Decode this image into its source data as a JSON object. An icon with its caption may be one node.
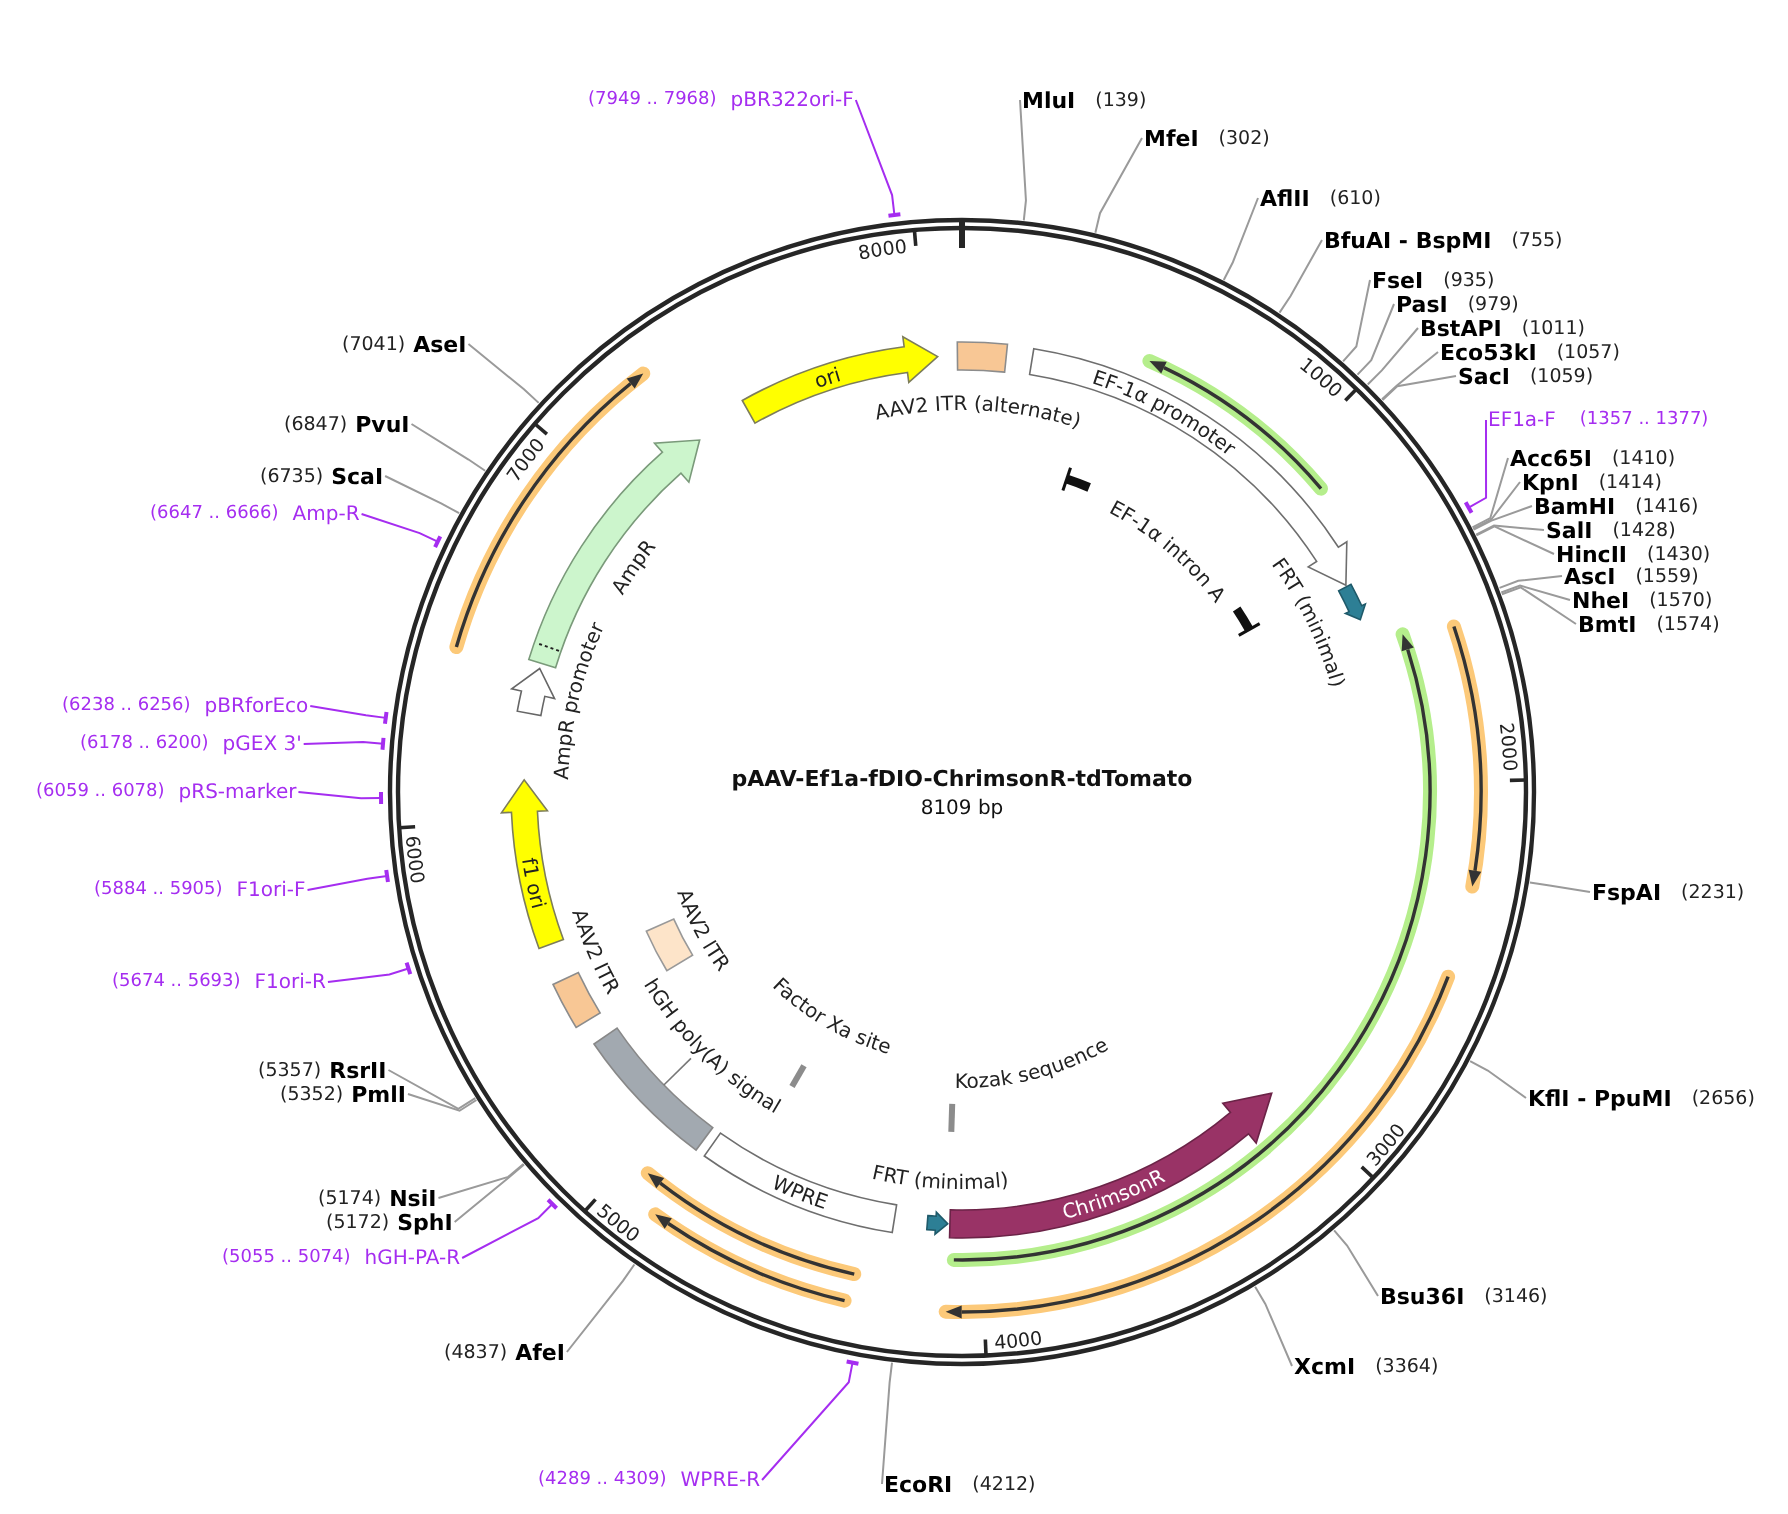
{
  "diagram": {
    "nodes": [
      {
        "text": [
          "pAAV-Ef1a-fDIO-ChrimsonR-tdTomato",
          "8109 bp"
        ]
      },
      {
        "text": [
          "ori"
        ],
        "in": 0
      },
      {
        "text": [
          "AAV2 ITR (alternate)"
        ],
        "in": 0
      },
      {
        "text": [
          "EF-1α promoter"
        ],
        "in": 0
      },
      {
        "text": [
          "EF-1α intron A"
        ],
        "in": 0
      },
      {
        "text": [
          "FRT (minimal)"
        ],
        "in": 0
      },
      {
        "text": [
          "ChrimsonR"
        ],
        "in": 0
      },
      {
        "text": [
          "Kozak sequence"
        ],
        "in": 0
      },
      {
        "text": [
          "FRT (minimal)"
        ],
        "in": 0
      },
      {
        "text": [
          "Factor Xa site"
        ],
        "in": 0
      },
      {
        "text": [
          "WPRE"
        ],
        "in": 0
      },
      {
        "text": [
          "hGH poly(A) signal"
        ],
        "in": 0
      },
      {
        "text": [
          "AAV2 ITR"
        ],
        "in": 0
      },
      {
        "text": [
          "AAV2 ITR"
        ],
        "in": 0
      },
      {
        "text": [
          "f1 ori"
        ],
        "in": 0
      },
      {
        "text": [
          "AmpR promoter"
        ],
        "in": 0
      },
      {
        "text": [
          "AmpR"
        ],
        "in": 0
      },
      {
        "text": [
          "MluI",
          "(139)"
        ]
      },
      {
        "text": [
          "MfeI",
          "(302)"
        ]
      },
      {
        "text": [
          "AflII",
          "(610)"
        ]
      },
      {
        "text": [
          "BfuAI - BspMI",
          "(755)"
        ]
      },
      {
        "text": [
          "FseI",
          "(935)"
        ]
      },
      {
        "text": [
          "PasI",
          "(979)"
        ]
      },
      {
        "text": [
          "BstAPI",
          "(1011)"
        ]
      },
      {
        "text": [
          "Eco53kI",
          "(1057)"
        ]
      },
      {
        "text": [
          "SacI",
          "(1059)"
        ]
      },
      {
        "text": [
          "EF1a-F",
          "(1357 .. 1377)"
        ]
      },
      {
        "text": [
          "Acc65I",
          "(1410)"
        ]
      },
      {
        "text": [
          "KpnI",
          "(1414)"
        ]
      },
      {
        "text": [
          "BamHI",
          "(1416)"
        ]
      },
      {
        "text": [
          "SalI",
          "(1428)"
        ]
      },
      {
        "text": [
          "HincII",
          "(1430)"
        ]
      },
      {
        "text": [
          "AscI",
          "(1559)"
        ]
      },
      {
        "text": [
          "NheI",
          "(1570)"
        ]
      },
      {
        "text": [
          "BmtI",
          "(1574)"
        ]
      },
      {
        "text": [
          "FspAI",
          "(2231)"
        ]
      },
      {
        "text": [
          "KflI - PpuMI",
          "(2656)"
        ]
      },
      {
        "text": [
          "Bsu36I",
          "(3146)"
        ]
      },
      {
        "text": [
          "XcmI",
          "(3364)"
        ]
      },
      {
        "text": [
          "EcoRI",
          "(4212)"
        ]
      },
      {
        "text": [
          "(4289 .. 4309)",
          "WPRE-R"
        ]
      },
      {
        "text": [
          "(4837)",
          "AfeI"
        ]
      },
      {
        "text": [
          "(5055 .. 5074)",
          "hGH-PA-R"
        ]
      },
      {
        "text": [
          "(5172)",
          "SphI"
        ]
      },
      {
        "text": [
          "(5174)",
          "NsiI"
        ]
      },
      {
        "text": [
          "(5352)",
          "PmlI"
        ]
      },
      {
        "text": [
          "(5357)",
          "RsrII"
        ]
      },
      {
        "text": [
          "(5674 .. 5693)",
          "F1ori-R"
        ]
      },
      {
        "text": [
          "(5884 .. 5905)",
          "F1ori-F"
        ]
      },
      {
        "text": [
          "(6059 .. 6078)",
          "pRS-marker"
        ]
      },
      {
        "text": [
          "(6178 .. 6200)",
          "pGEX 3'"
        ]
      },
      {
        "text": [
          "(6238 .. 6256)",
          "pBRforEco"
        ]
      },
      {
        "text": [
          "(6647 .. 6666)",
          "Amp-R"
        ]
      },
      {
        "text": [
          "(6735)",
          "ScaI"
        ]
      },
      {
        "text": [
          "(6847)",
          "PvuI"
        ]
      },
      {
        "text": [
          "(7041)",
          "AseI"
        ]
      },
      {
        "text": [
          "(7949 .. 7968)",
          "pBR322ori-F"
        ]
      }
    ],
    "edges": [
      {
        "from": 17,
        "to": 0,
        "arrow": "none"
      },
      {
        "from": 18,
        "to": 0,
        "arrow": "none"
      },
      {
        "from": 19,
        "to": 0,
        "arrow": "none"
      },
      {
        "from": 20,
        "to": 0,
        "arrow": "none"
      },
      {
        "from": 21,
        "to": 0,
        "arrow": "none"
      },
      {
        "from": 22,
        "to": 0,
        "arrow": "none"
      },
      {
        "from": 23,
        "to": 0,
        "arrow": "none"
      },
      {
        "from": 24,
        "to": 0,
        "arrow": "none"
      },
      {
        "from": 25,
        "to": 0,
        "arrow": "none"
      },
      {
        "from": 26,
        "to": 0,
        "arrow": "other",
        "color": "#a52df0"
      },
      {
        "from": 27,
        "to": 0,
        "arrow": "none"
      },
      {
        "from": 28,
        "to": 0,
        "arrow": "none"
      },
      {
        "from": 29,
        "to": 0,
        "arrow": "none"
      },
      {
        "from": 30,
        "to": 0,
        "arrow": "none"
      },
      {
        "from": 31,
        "to": 0,
        "arrow": "none"
      },
      {
        "from": 32,
        "to": 0,
        "arrow": "none"
      },
      {
        "from": 33,
        "to": 0,
        "arrow": "none"
      },
      {
        "from": 34,
        "to": 0,
        "arrow": "none"
      },
      {
        "from": 35,
        "to": 0,
        "arrow": "none"
      },
      {
        "from": 36,
        "to": 0,
        "arrow": "none"
      },
      {
        "from": 37,
        "to": 0,
        "arrow": "none"
      },
      {
        "from": 38,
        "to": 0,
        "arrow": "none"
      },
      {
        "from": 39,
        "to": 0,
        "arrow": "none"
      },
      {
        "from": 40,
        "to": 0,
        "arrow": "other",
        "color": "#a52df0"
      },
      {
        "from": 41,
        "to": 0,
        "arrow": "none"
      },
      {
        "from": 42,
        "to": 0,
        "arrow": "other",
        "color": "#a52df0"
      },
      {
        "from": 43,
        "to": 0,
        "arrow": "none"
      },
      {
        "from": 44,
        "to": 0,
        "arrow": "none"
      },
      {
        "from": 45,
        "to": 0,
        "arrow": "none"
      },
      {
        "from": 46,
        "to": 0,
        "arrow": "none"
      },
      {
        "from": 47,
        "to": 0,
        "arrow": "other",
        "color": "#a52df0"
      },
      {
        "from": 48,
        "to": 0,
        "arrow": "other",
        "color": "#a52df0"
      },
      {
        "from": 49,
        "to": 0,
        "arrow": "other",
        "color": "#a52df0"
      },
      {
        "from": 50,
        "to": 0,
        "arrow": "other",
        "color": "#a52df0"
      },
      {
        "from": 51,
        "to": 0,
        "arrow": "other",
        "color": "#a52df0"
      },
      {
        "from": 52,
        "to": 0,
        "arrow": "other",
        "color": "#a52df0"
      },
      {
        "from": 53,
        "to": 0,
        "arrow": "none"
      },
      {
        "from": 54,
        "to": 0,
        "arrow": "none"
      },
      {
        "from": 55,
        "to": 0,
        "arrow": "none"
      },
      {
        "from": 56,
        "to": 0,
        "arrow": "other",
        "color": "#a52df0"
      }
    ],
    "labels": [
      "8000",
      "1000",
      "2000",
      "3000",
      "4000",
      "5000",
      "6000",
      "7000"
    ]
  }
}
